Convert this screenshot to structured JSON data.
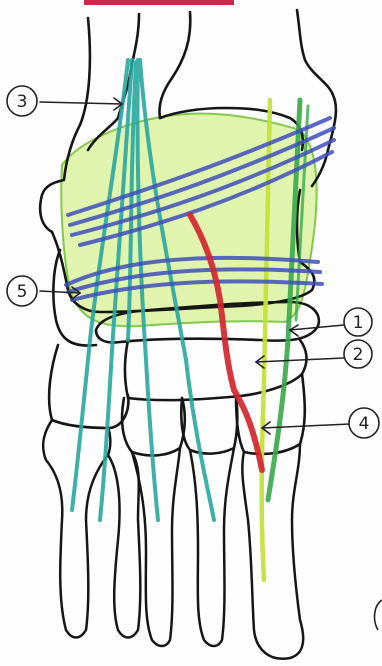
{
  "labels": {
    "l1": "1",
    "l2": "2",
    "l3": "3",
    "l4": "4",
    "l5": "5"
  },
  "colors": {
    "bone_outline": "#161616",
    "synovial_fill": "#d9f29a",
    "synovial_edge": "#6cbf2f",
    "retinaculum": "#3e4fbd",
    "extensor_tendons": "#2aa7a0",
    "green_tendon": "#3aa84a",
    "yellow_green_tendon": "#c3e03a",
    "red_tendon": "#d2262e",
    "top_bar": "#c72a4b"
  }
}
